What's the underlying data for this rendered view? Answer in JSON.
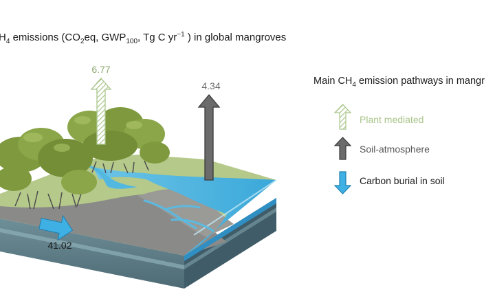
{
  "title": {
    "prefix": "H",
    "sub4": "4",
    "part1": " emissions (CO",
    "sub2": "2",
    "part2": "eq, GWP",
    "sub100": "100",
    "part3": ", Tg C yr",
    "sup": "−1",
    "part4": " ) in global mangroves"
  },
  "values": {
    "plant_mediated": "6.77",
    "soil_atmosphere": "4.34",
    "carbon_burial": "41.02"
  },
  "legend": {
    "title_prefix": "Main CH",
    "title_sub": "4",
    "title_suffix": " emission pathways in mangr",
    "items": [
      {
        "label": "Plant mediated",
        "color": "#a9c58a",
        "icon": "hatched-up-arrow-icon"
      },
      {
        "label": "Soil-atmosphere",
        "color": "#6b6b6b",
        "icon": "gray-up-arrow-icon"
      },
      {
        "label": "Carbon burial in soil",
        "color": "#3fb0e3",
        "icon": "blue-down-arrow-icon"
      }
    ]
  },
  "colors": {
    "plant": "#a9c58a",
    "soil_atmo": "#6b6b6b",
    "burial": "#3fb0e3",
    "water": "#53b8e0",
    "grass": "#b5c98a",
    "mud": "#8a8a88",
    "tree": "#7f9a3e"
  }
}
